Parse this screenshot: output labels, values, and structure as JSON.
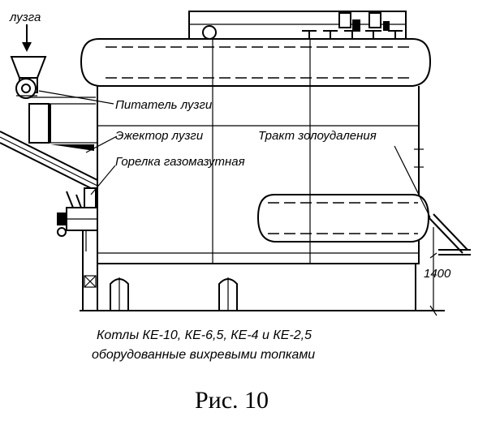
{
  "labels": {
    "husk": "лузга",
    "feeder": "Питатель лузги",
    "ejector": "Эжектор лузги",
    "burner": "Горелка газомазутная",
    "ash_tract": "Тракт золоудаления",
    "height_dim": "1400"
  },
  "caption": {
    "line1": "Котлы КЕ-10, КЕ-6,5, КЕ-4 и КЕ-2,5",
    "line2": "оборудованные вихревыми топками"
  },
  "figure_label": "Рис. 10"
}
